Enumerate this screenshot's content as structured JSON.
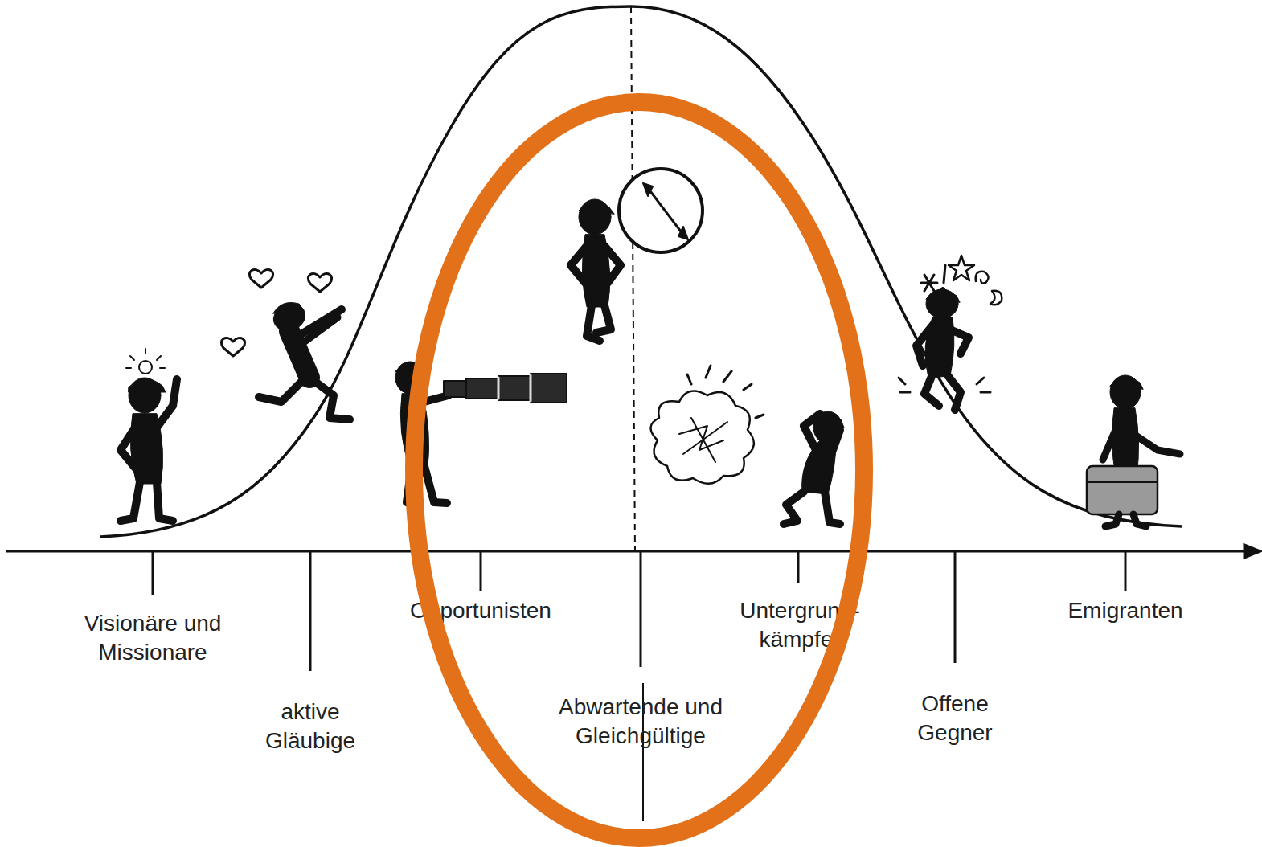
{
  "diagram": {
    "labels": [
      "Visionäre und Missionare",
      "aktive Gläubige",
      "Opportunisten",
      "Abwartende und Gleichgültige",
      "Untergrund- kämpfer",
      "Offene Gegner",
      "Emigranten"
    ]
  }
}
